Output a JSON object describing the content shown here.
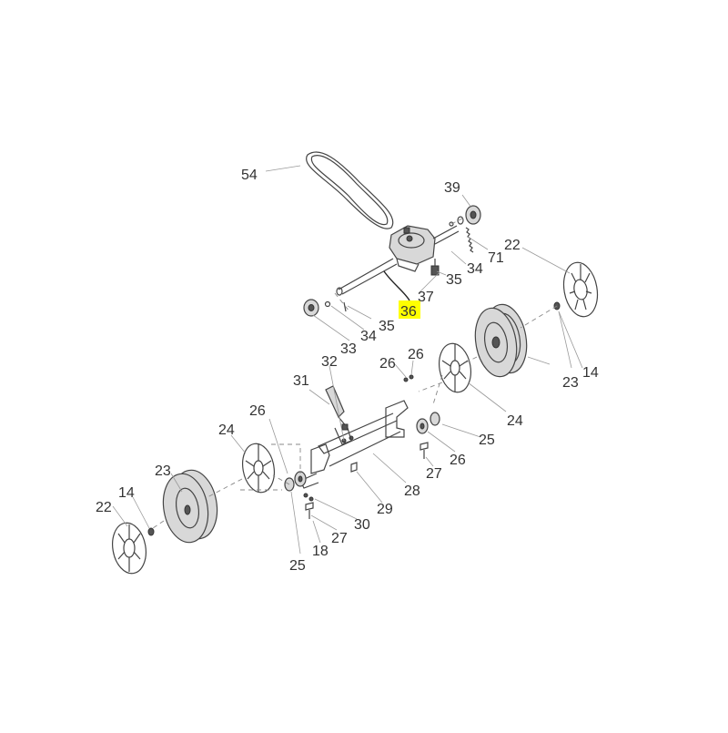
{
  "callouts": [
    {
      "id": "c54",
      "text": "54"
    },
    {
      "id": "c39",
      "text": "39"
    },
    {
      "id": "c22a",
      "text": "22"
    },
    {
      "id": "c71",
      "text": "71"
    },
    {
      "id": "c34a",
      "text": "34"
    },
    {
      "id": "c35a",
      "text": "35"
    },
    {
      "id": "c37",
      "text": "37"
    },
    {
      "id": "c36",
      "text": "36",
      "highlighted": true
    },
    {
      "id": "c35b",
      "text": "35"
    },
    {
      "id": "c34b",
      "text": "34"
    },
    {
      "id": "c33",
      "text": "33"
    },
    {
      "id": "c32",
      "text": "32"
    },
    {
      "id": "c26a",
      "text": "26"
    },
    {
      "id": "c26b",
      "text": "26"
    },
    {
      "id": "c23a",
      "text": "23"
    },
    {
      "id": "c14a",
      "text": "14"
    },
    {
      "id": "c31",
      "text": "31"
    },
    {
      "id": "c26c",
      "text": "26"
    },
    {
      "id": "c24a",
      "text": "24"
    },
    {
      "id": "c24b",
      "text": "24"
    },
    {
      "id": "c25a",
      "text": "25"
    },
    {
      "id": "c26d",
      "text": "26"
    },
    {
      "id": "c27a",
      "text": "27"
    },
    {
      "id": "c28",
      "text": "28"
    },
    {
      "id": "c23b",
      "text": "23"
    },
    {
      "id": "c14b",
      "text": "14"
    },
    {
      "id": "c22b",
      "text": "22"
    },
    {
      "id": "c29",
      "text": "29"
    },
    {
      "id": "c30",
      "text": "30"
    },
    {
      "id": "c27b",
      "text": "27"
    },
    {
      "id": "c18",
      "text": "18"
    },
    {
      "id": "c25b",
      "text": "25"
    }
  ],
  "colors": {
    "highlight": "#ffff00",
    "line": "#444444",
    "text": "#333333"
  }
}
